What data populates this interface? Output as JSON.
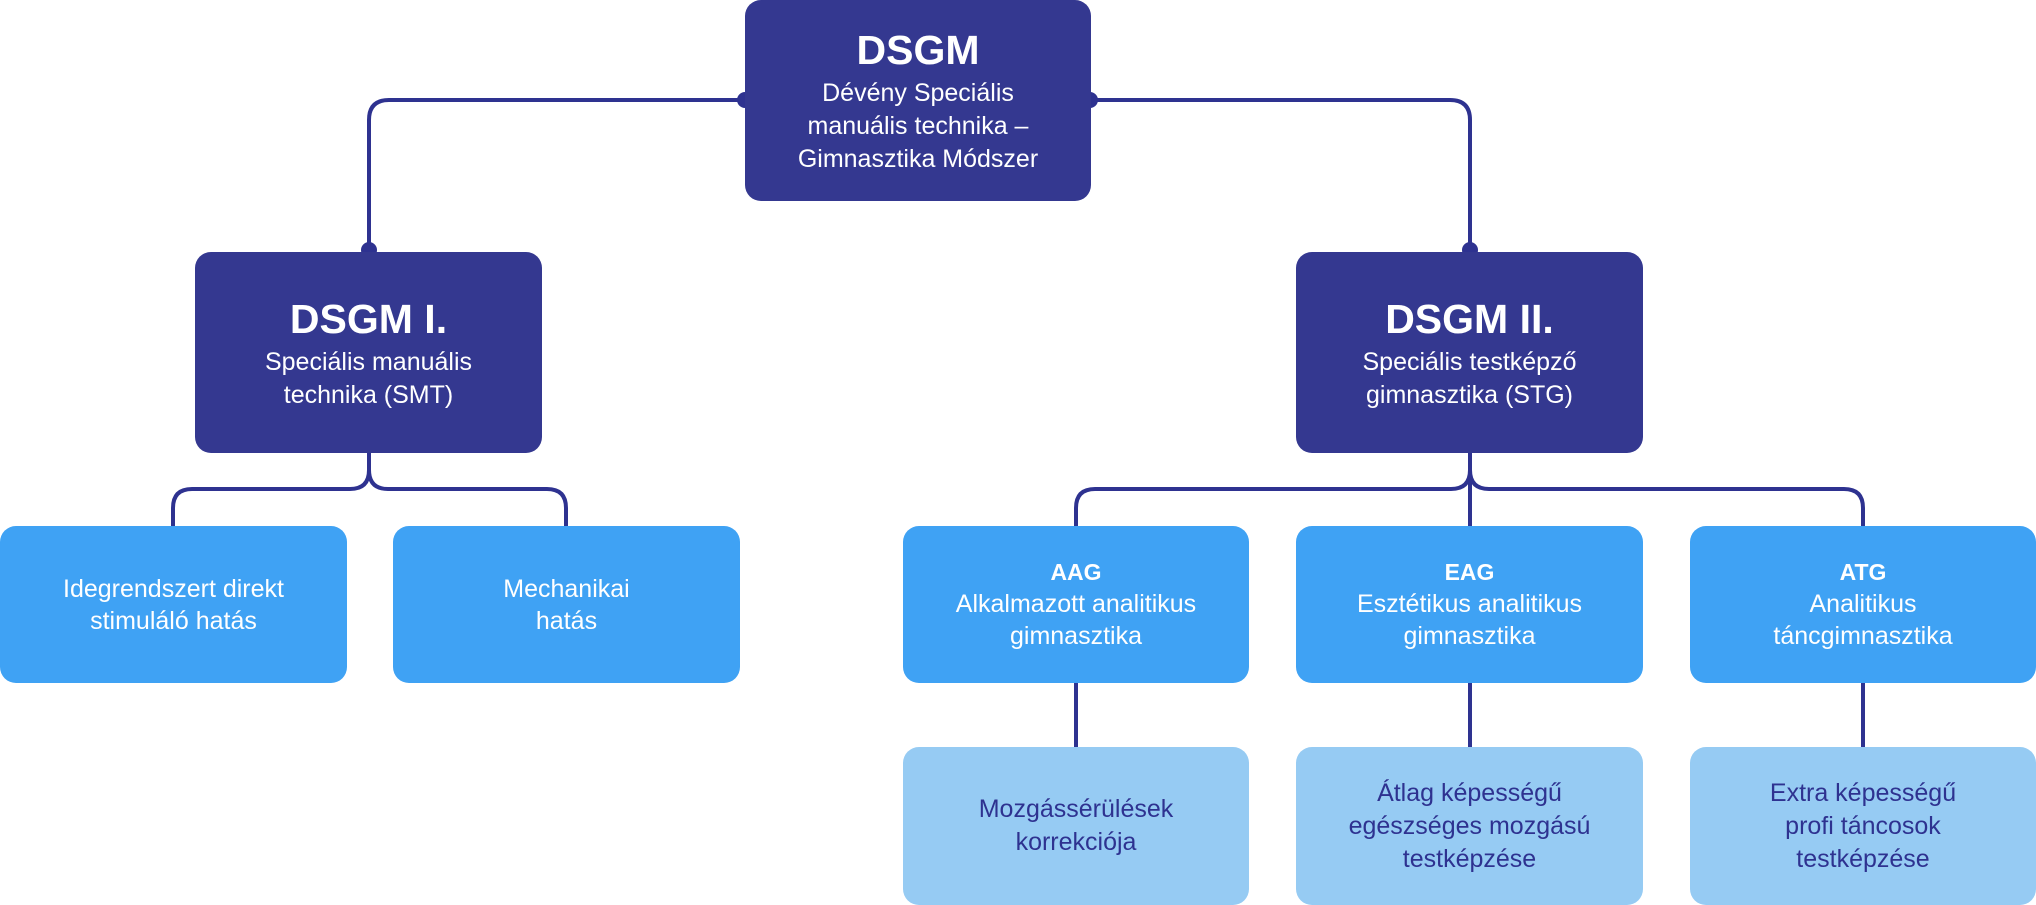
{
  "root": {
    "title": "DSGM",
    "subtitle": "Dévény Speciális\nmanuális technika –\nGimnasztika Módszer"
  },
  "left": {
    "title": "DSGM I.",
    "subtitle": "Speciális manuális\ntechnika (SMT)",
    "children": [
      {
        "text": "Idegrendszert direkt\nstimuláló hatás"
      },
      {
        "text": "Mechanikai\nhatás"
      }
    ]
  },
  "right": {
    "title": "DSGM II.",
    "subtitle": "Speciális testképző\ngimnasztika (STG)",
    "children": [
      {
        "code": "AAG",
        "name": "Alkalmazott analitikus\ngimnasztika",
        "result": "Mozgássérülések\nkorrekciója"
      },
      {
        "code": "EAG",
        "name": "Esztétikus analitikus\ngimnasztika",
        "result": "Átlag képességű\negészséges mozgású\ntestképzése"
      },
      {
        "code": "ATG",
        "name": "Analitikus\ntáncgimnasztika",
        "result": "Extra képességű\nprofi táncosok\ntestképzése"
      }
    ]
  },
  "colors": {
    "dark": "#343890",
    "mid": "#3fa2f4",
    "light": "#96cbf3",
    "connector": "#2e3290"
  }
}
